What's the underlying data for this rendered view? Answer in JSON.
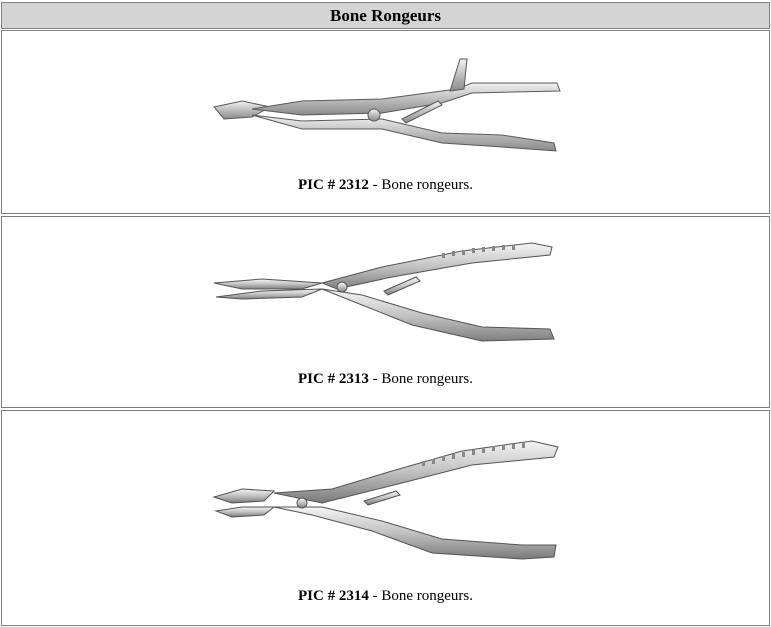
{
  "header": {
    "title": "Bone Rongeurs"
  },
  "items": [
    {
      "code_label": "PIC # 2312",
      "separator": " - ",
      "description": "Bone rongeurs."
    },
    {
      "code_label": "PIC # 2313",
      "separator": " - ",
      "description": "Bone rongeurs."
    },
    {
      "code_label": "PIC # 2314",
      "separator": " - ",
      "description": "Bone rongeurs."
    }
  ]
}
